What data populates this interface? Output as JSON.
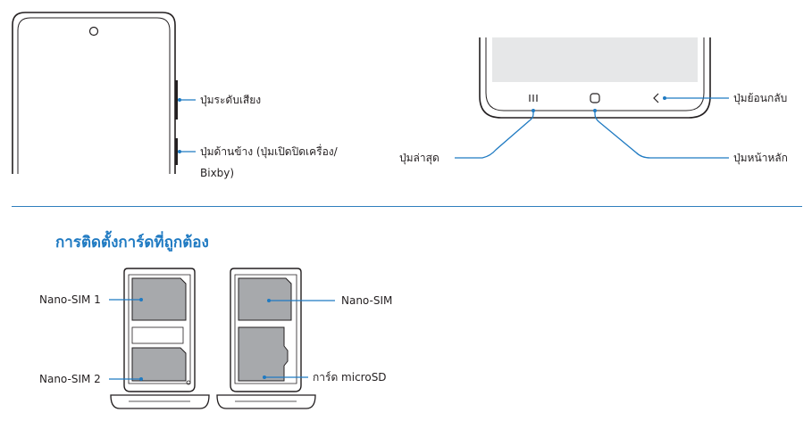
{
  "phone_side": {
    "volume_label": "ปุ่มระดับเสียง",
    "side_key_label_line1": "ปุ่มด้านข้าง (ปุ่มเปิดปิดเครื่อง/",
    "side_key_label_line2": "Bixby)"
  },
  "phone_bottom": {
    "back_label": "ปุ่มย้อนกลับ",
    "recents_label": "ปุ่มล่าสุด",
    "home_label": "ปุ่มหน้าหลัก"
  },
  "section": {
    "heading": "การติดตั้งการ์ดที่ถูกต้อง"
  },
  "tray_left": {
    "slot1_label": "Nano-SIM 1",
    "slot2_label": "Nano-SIM 2"
  },
  "tray_right": {
    "slot1_label": "Nano-SIM",
    "slot2_label": "การ์ด microSD"
  },
  "colors": {
    "callout_line": "#1f7ac2",
    "heading": "#1f7ac2",
    "card_gray": "#a7a9ac",
    "outline": "#231f20"
  }
}
